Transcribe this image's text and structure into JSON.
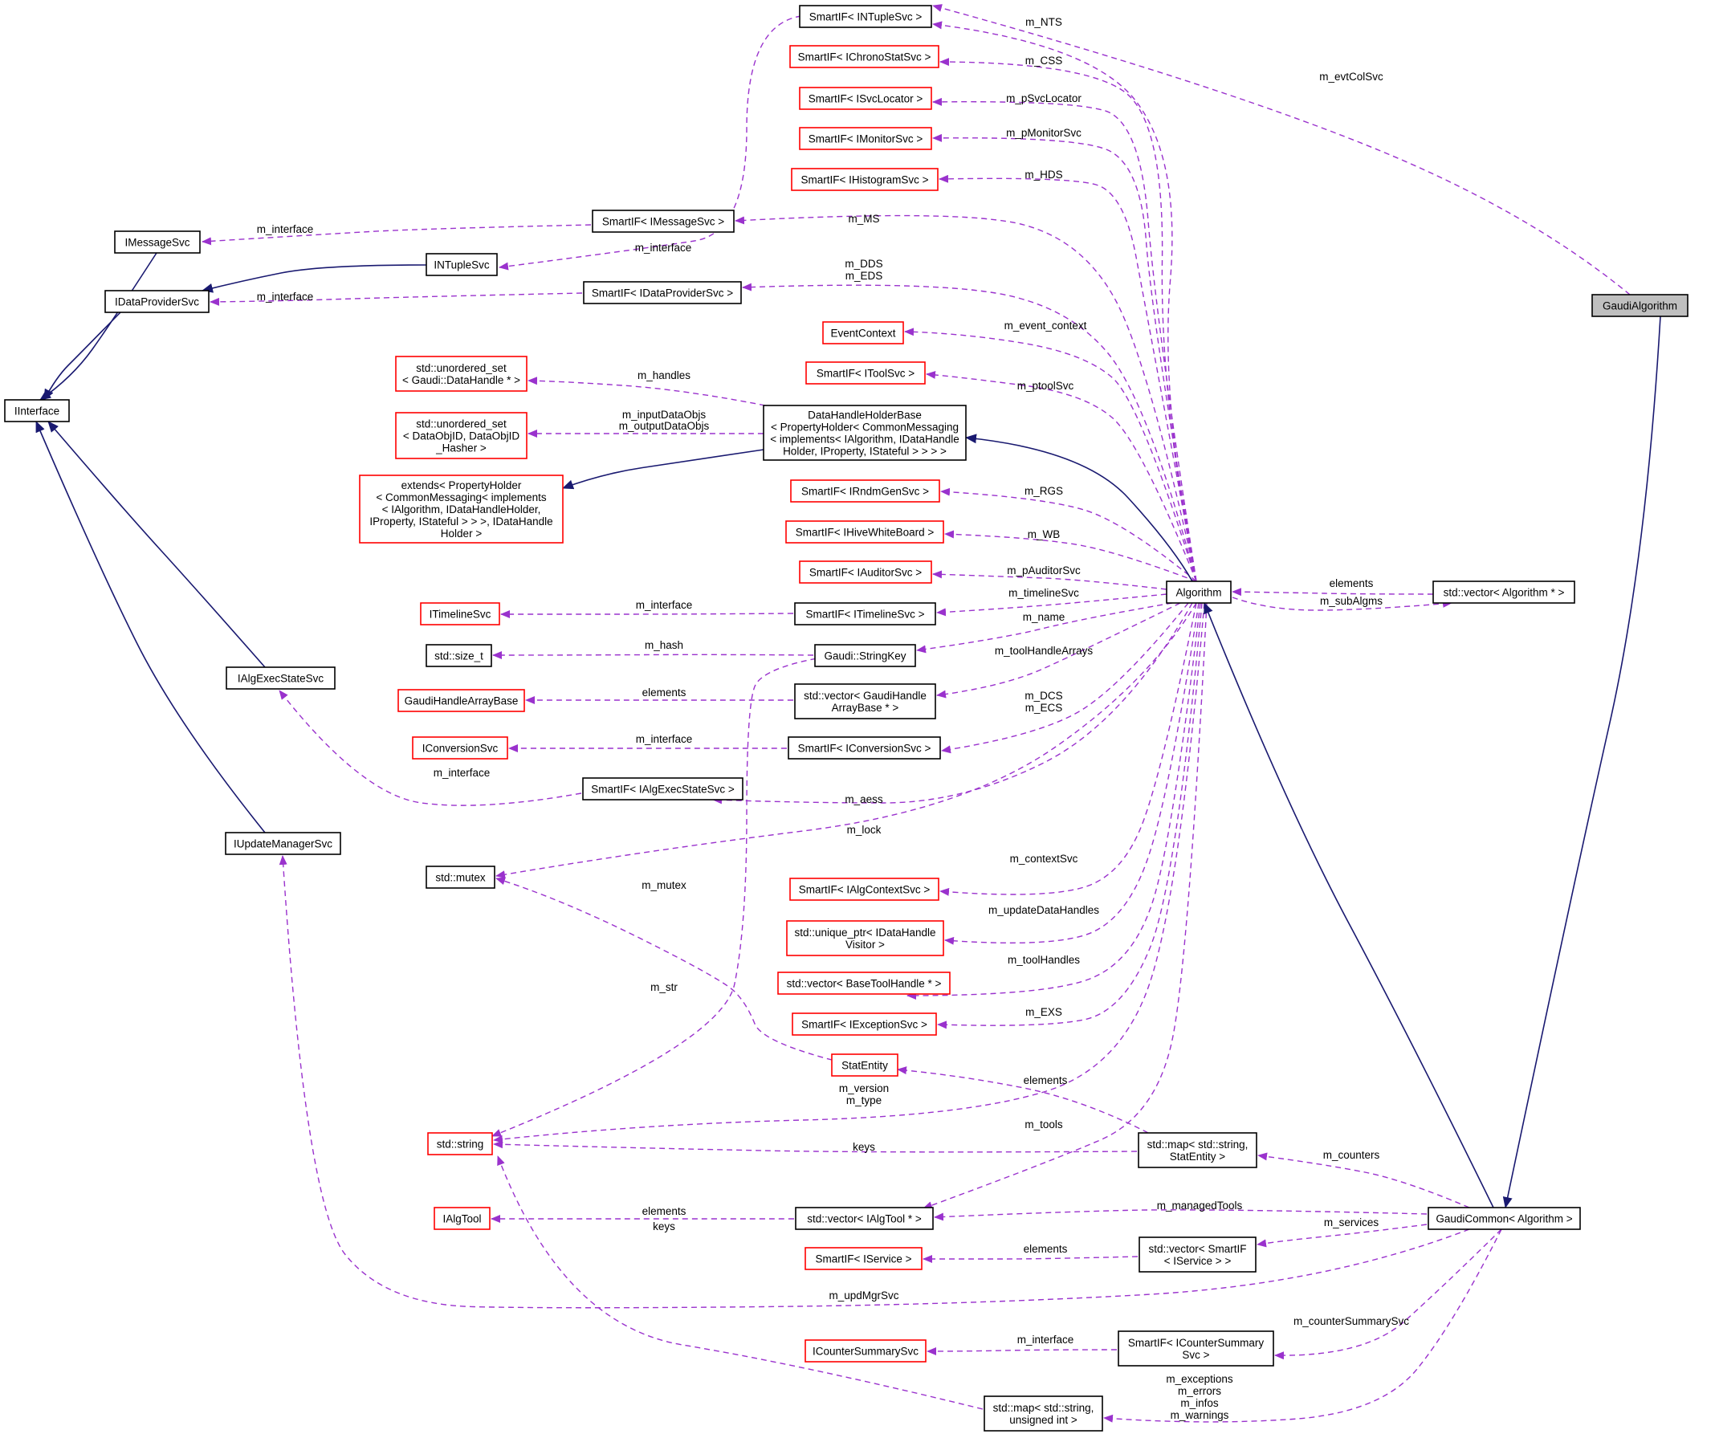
{
  "colors": {
    "usage": "#9a32cd",
    "inherit": "#191970",
    "border_black": "#000000",
    "border_red": "#ff0000",
    "highlight": "#bfbfbf"
  },
  "nodes": {
    "SmartIF_INTupleSvc": {
      "lines": [
        "SmartIF< INTupleSvc >"
      ]
    },
    "SmartIF_IChronoStatSvc": {
      "lines": [
        "SmartIF< IChronoStatSvc >"
      ]
    },
    "SmartIF_ISvcLocator": {
      "lines": [
        "SmartIF< ISvcLocator >"
      ]
    },
    "SmartIF_IMonitorSvc": {
      "lines": [
        "SmartIF< IMonitorSvc >"
      ]
    },
    "SmartIF_IHistogramSvc": {
      "lines": [
        "SmartIF< IHistogramSvc >"
      ]
    },
    "IMessageSvc": {
      "lines": [
        "IMessageSvc"
      ]
    },
    "SmartIF_IMessageSvc": {
      "lines": [
        "SmartIF< IMessageSvc >"
      ]
    },
    "INTupleSvc": {
      "lines": [
        "INTupleSvc"
      ]
    },
    "IDataProviderSvc": {
      "lines": [
        "IDataProviderSvc"
      ]
    },
    "SmartIF_IDataProviderSvc": {
      "lines": [
        "SmartIF< IDataProviderSvc >"
      ]
    },
    "EventContext": {
      "lines": [
        "EventContext"
      ]
    },
    "SmartIF_IToolSvc": {
      "lines": [
        "SmartIF< IToolSvc >"
      ]
    },
    "unordered_set_DataHandle": {
      "lines": [
        "std::unordered_set",
        "< Gaudi::DataHandle * >"
      ]
    },
    "IInterface": {
      "lines": [
        "IInterface"
      ]
    },
    "unordered_set_DataObjID": {
      "lines": [
        "std::unordered_set",
        "< DataObjID, DataObjID",
        "_Hasher >"
      ]
    },
    "DataHandleHolderBase": {
      "lines": [
        "DataHandleHolderBase",
        "< PropertyHolder< CommonMessaging",
        "< implements< IAlgorithm, IDataHandle",
        "Holder, IProperty, IStateful > > > >"
      ]
    },
    "extends_PropertyHolder": {
      "lines": [
        "extends< PropertyHolder",
        "< CommonMessaging< implements",
        "< IAlgorithm, IDataHandleHolder,",
        "IProperty, IStateful > > >, IDataHandle",
        "Holder >"
      ]
    },
    "SmartIF_IRndmGenSvc": {
      "lines": [
        "SmartIF< IRndmGenSvc >"
      ]
    },
    "SmartIF_IHiveWhiteBoard": {
      "lines": [
        "SmartIF< IHiveWhiteBoard >"
      ]
    },
    "SmartIF_IAuditorSvc": {
      "lines": [
        "SmartIF< IAuditorSvc >"
      ]
    },
    "ITimelineSvc": {
      "lines": [
        "ITimelineSvc"
      ]
    },
    "SmartIF_ITimelineSvc": {
      "lines": [
        "SmartIF< ITimelineSvc >"
      ]
    },
    "Algorithm": {
      "lines": [
        "Algorithm"
      ]
    },
    "vector_Algorithm": {
      "lines": [
        "std::vector< Algorithm * >"
      ]
    },
    "GaudiAlgorithm": {
      "lines": [
        "GaudiAlgorithm"
      ]
    },
    "std_size_t": {
      "lines": [
        "std::size_t"
      ]
    },
    "Gaudi_StringKey": {
      "lines": [
        "Gaudi::StringKey"
      ]
    },
    "IAlgExecStateSvc": {
      "lines": [
        "IAlgExecStateSvc"
      ]
    },
    "GaudiHandleArrayBase": {
      "lines": [
        "GaudiHandleArrayBase"
      ]
    },
    "vector_GaudiHandleArrayBase": {
      "lines": [
        "std::vector< GaudiHandle",
        "ArrayBase * >"
      ]
    },
    "IConversionSvc": {
      "lines": [
        "IConversionSvc"
      ]
    },
    "SmartIF_IConversionSvc": {
      "lines": [
        "SmartIF< IConversionSvc >"
      ]
    },
    "SmartIF_IAlgExecStateSvc": {
      "lines": [
        "SmartIF< IAlgExecStateSvc >"
      ]
    },
    "IUpdateManagerSvc": {
      "lines": [
        "IUpdateManagerSvc"
      ]
    },
    "std_mutex": {
      "lines": [
        "std::mutex"
      ]
    },
    "SmartIF_IAlgContextSvc": {
      "lines": [
        "SmartIF< IAlgContextSvc >"
      ]
    },
    "unique_ptr_IDataHandleVisitor": {
      "lines": [
        "std::unique_ptr< IDataHandle",
        "Visitor >"
      ]
    },
    "vector_BaseToolHandle": {
      "lines": [
        "std::vector< BaseToolHandle * >"
      ]
    },
    "SmartIF_IExceptionSvc": {
      "lines": [
        "SmartIF< IExceptionSvc >"
      ]
    },
    "StatEntity": {
      "lines": [
        "StatEntity"
      ]
    },
    "std_string": {
      "lines": [
        "std::string"
      ]
    },
    "map_string_StatEntity": {
      "lines": [
        "std::map< std::string,",
        "StatEntity >"
      ]
    },
    "IAlgTool": {
      "lines": [
        "IAlgTool"
      ]
    },
    "vector_IAlgTool": {
      "lines": [
        "std::vector< IAlgTool * >"
      ]
    },
    "GaudiCommon_Algorithm": {
      "lines": [
        "GaudiCommon< Algorithm >"
      ]
    },
    "SmartIF_IService": {
      "lines": [
        "SmartIF< IService >"
      ]
    },
    "vector_SmartIF_IService": {
      "lines": [
        "std::vector< SmartIF",
        "< IService > >"
      ]
    },
    "ICounterSummarySvc": {
      "lines": [
        "ICounterSummarySvc"
      ]
    },
    "SmartIF_ICounterSummarySvc": {
      "lines": [
        "SmartIF< ICounterSummary",
        "Svc >"
      ]
    },
    "map_string_uint": {
      "lines": [
        "std::map< std::string,",
        "unsigned int >"
      ]
    }
  },
  "edge_labels": {
    "m_evtColSvc": "m_evtColSvc",
    "m_NTS": "m_NTS",
    "m_CSS": "m_CSS",
    "m_pSvcLocator": "m_pSvcLocator",
    "m_pMonitorSvc": "m_pMonitorSvc",
    "m_HDS": "m_HDS",
    "m_MS": "m_MS",
    "m_interface_msg": "m_interface",
    "m_interface_ntuple": "m_interface",
    "m_DDS": "m_DDS",
    "m_EDS": "m_EDS",
    "m_interface_dp": "m_interface",
    "m_event_context": "m_event_context",
    "m_handles": "m_handles",
    "m_ptoolSvc": "m_ptoolSvc",
    "m_inputDataObjs": "m_inputDataObjs",
    "m_outputDataObjs": "m_outputDataObjs",
    "m_RGS": "m_RGS",
    "m_WB": "m_WB",
    "m_pAuditorSvc": "m_pAuditorSvc",
    "elements_alg": "elements",
    "m_subAlgms": "m_subAlgms",
    "m_interface_tl": "m_interface",
    "m_timelineSvc": "m_timelineSvc",
    "m_name": "m_name",
    "m_hash": "m_hash",
    "m_toolHandleArrays": "m_toolHandleArrays",
    "elements_gh": "elements",
    "m_DCS": "m_DCS",
    "m_ECS": "m_ECS",
    "m_interface_conv": "m_interface",
    "m_interface_aes": "m_interface",
    "m_aess": "m_aess",
    "m_lock": "m_lock",
    "m_contextSvc": "m_contextSvc",
    "m_mutex": "m_mutex",
    "m_updateDataHandles": "m_updateDataHandles",
    "m_toolHandles": "m_toolHandles",
    "m_str": "m_str",
    "m_EXS": "m_EXS",
    "elements_stat": "elements",
    "m_version": "m_version",
    "m_type": "m_type",
    "m_tools": "m_tools",
    "keys_map": "keys",
    "m_counters": "m_counters",
    "elements_tool": "elements",
    "keys_uint": "keys",
    "m_managedTools": "m_managedTools",
    "m_services": "m_services",
    "elements_svc": "elements",
    "m_updMgrSvc": "m_updMgrSvc",
    "m_counterSummarySvc": "m_counterSummarySvc",
    "m_interface_cs": "m_interface",
    "m_exceptions": "m_exceptions",
    "m_errors": "m_errors",
    "m_infos": "m_infos",
    "m_warnings": "m_warnings"
  }
}
